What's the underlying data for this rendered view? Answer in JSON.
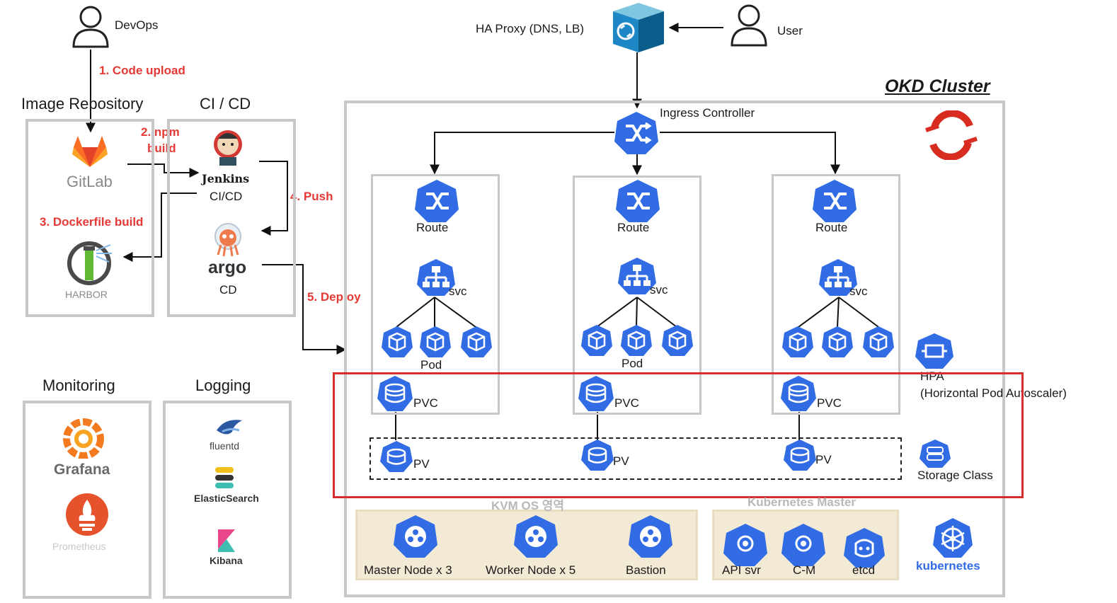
{
  "actors": {
    "devops": "DevOps",
    "user": "User"
  },
  "ha_proxy": "HA Proxy (DNS, LB)",
  "steps": {
    "code_upload": "1. Code upload",
    "npm_build_line1": "2. npm",
    "npm_build_line2": "build",
    "dockerfile_build": "3. Dockerfile build",
    "push": "4. Push",
    "deploy": "5. Deploy"
  },
  "sections": {
    "image_repository": "Image Repository",
    "ci_cd": "CI / CD",
    "monitoring": "Monitoring",
    "logging": "Logging",
    "okd_cluster": "OKD Cluster"
  },
  "tools": {
    "gitlab": "GitLab",
    "harbor": "HARBOR",
    "jenkins_line1": "Jenkins",
    "jenkins_line2": "CI/CD",
    "argo_line1": "argo",
    "argo_line2": "CD",
    "grafana": "Grafana",
    "prometheus": "Prometheus",
    "fluentd": "fluentd",
    "elasticsearch": "ElasticSearch",
    "kibana": "Kibana"
  },
  "cluster": {
    "ingress": "Ingress Controller",
    "route": "Route",
    "svc": "svc",
    "pod": "Pod",
    "pvc": "PVC",
    "pv": "PV",
    "hpa_line1": "HPA",
    "hpa_line2": "(Horizontal Pod Autoscaler)",
    "storage_class": "Storage Class",
    "kvm_title": "KVM OS 영역",
    "master_nodes": "Master Node x 3",
    "worker_nodes": "Worker Node x 5",
    "bastion": "Bastion",
    "k8s_master_title": "Kubernetes Master",
    "api_svr": "API svr",
    "cm": "C-M",
    "etcd": "etcd",
    "kubernetes": "kubernetes"
  },
  "colors": {
    "k8s_blue": "#326ce5",
    "red_text": "#e53935",
    "highlight_box": "#d32f2f",
    "gray_border": "#c8c8c8",
    "beige": "#f3ead5"
  }
}
